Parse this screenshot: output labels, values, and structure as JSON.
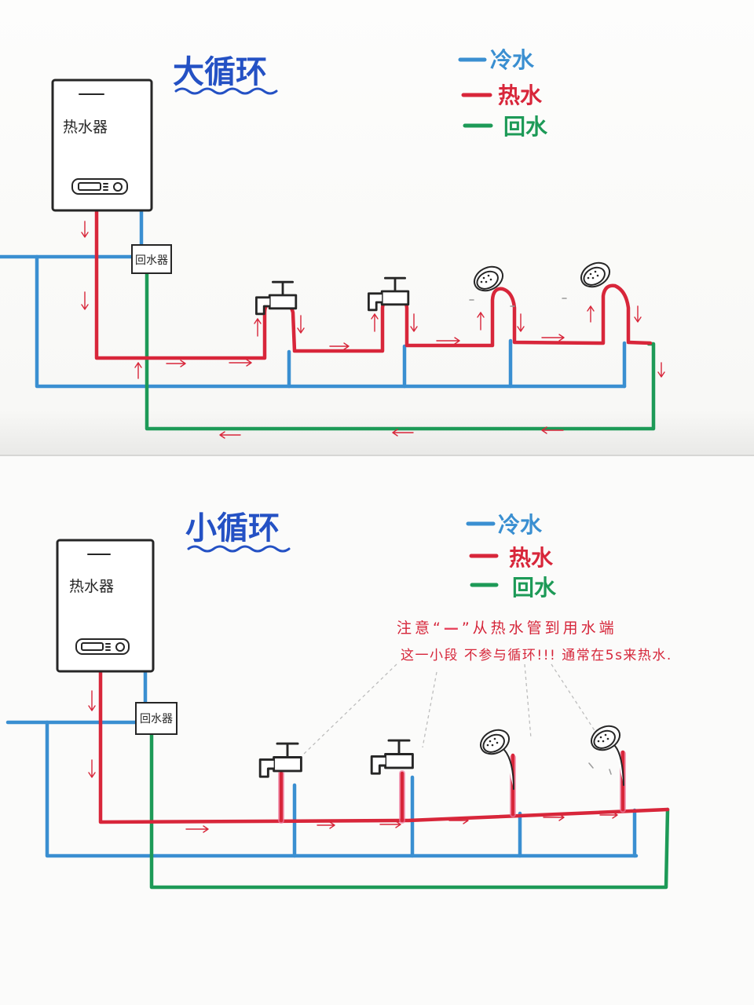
{
  "colors": {
    "cold_water": "#3a8fd1",
    "hot_water": "#d8263a",
    "return_water": "#1d9a57",
    "title": "#2451c4",
    "note": "#d6263a",
    "ink": "#262626"
  },
  "big_loop": {
    "title": "大循环",
    "legend": [
      {
        "label": "冷水",
        "color": "#3a8fd1"
      },
      {
        "label": "热水",
        "color": "#d8263a"
      },
      {
        "label": "回水",
        "color": "#1d9a57"
      }
    ],
    "heater_label": "热水器",
    "return_device_label": "回水器",
    "fixture_icons": [
      "faucet-icon",
      "faucet-icon",
      "shower-head-icon",
      "shower-head-icon"
    ]
  },
  "small_loop": {
    "title": "小循环",
    "legend": [
      {
        "label": "冷水",
        "color": "#3a8fd1"
      },
      {
        "label": "热水",
        "color": "#d8263a"
      },
      {
        "label": "回水",
        "color": "#1d9a57"
      }
    ],
    "heater_label": "热水器",
    "return_device_label": "回水器",
    "fixture_icons": [
      "faucet-icon",
      "faucet-icon",
      "shower-head-icon",
      "shower-head-icon"
    ],
    "note": {
      "line1_prefix": "注意“",
      "line1_mark": "—",
      "line1_suffix": "”从热水管到用水端",
      "line2": "这一小段 不参与循环!!! 通常在5s来热水."
    }
  }
}
